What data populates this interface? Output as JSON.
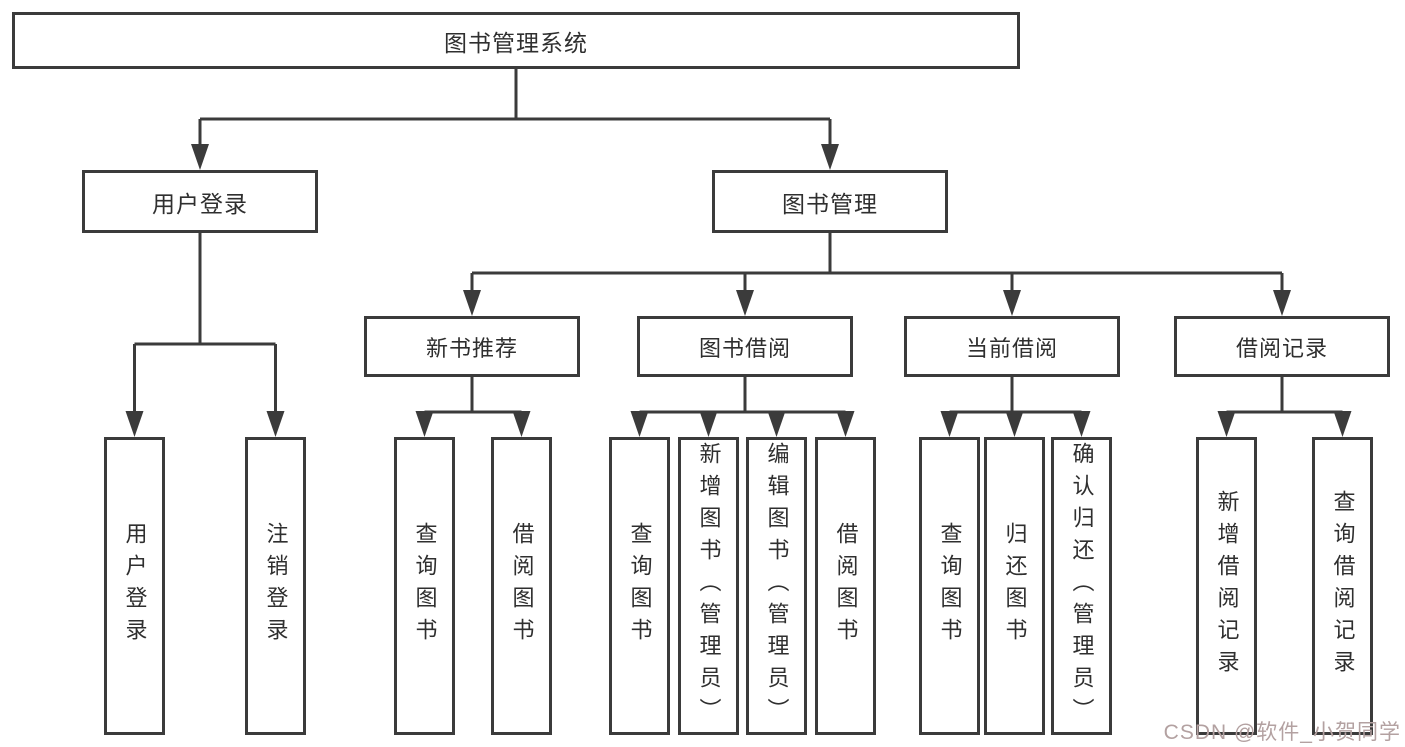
{
  "diagram": {
    "type": "hierarchy-tree",
    "title": "图书管理系统",
    "root": {
      "label": "图书管理系统"
    },
    "level1": [
      {
        "id": "user-login",
        "label": "用户登录"
      },
      {
        "id": "book-management",
        "label": "图书管理"
      }
    ],
    "level2": [
      {
        "id": "new-book-recommend",
        "label": "新书推荐",
        "parent": "book-management"
      },
      {
        "id": "book-borrow",
        "label": "图书借阅",
        "parent": "book-management"
      },
      {
        "id": "current-borrow",
        "label": "当前借阅",
        "parent": "book-management"
      },
      {
        "id": "borrow-records",
        "label": "借阅记录",
        "parent": "book-management"
      }
    ],
    "leaves": [
      {
        "id": "leaf-user-login",
        "label": "用户登录",
        "parent": "user-login"
      },
      {
        "id": "leaf-logout",
        "label": "注销登录",
        "parent": "user-login"
      },
      {
        "id": "leaf-query-book-recommend",
        "label": "查询图书",
        "parent": "new-book-recommend"
      },
      {
        "id": "leaf-borrow-book-recommend",
        "label": "借阅图书",
        "parent": "new-book-recommend"
      },
      {
        "id": "leaf-query-book-borrow",
        "label": "查询图书",
        "parent": "book-borrow"
      },
      {
        "id": "leaf-add-book-admin",
        "label": "新增图书（管理员）",
        "parent": "book-borrow"
      },
      {
        "id": "leaf-edit-book-admin",
        "label": "编辑图书（管理员）",
        "parent": "book-borrow"
      },
      {
        "id": "leaf-borrow-book",
        "label": "借阅图书",
        "parent": "book-borrow"
      },
      {
        "id": "leaf-query-book-current",
        "label": "查询图书",
        "parent": "current-borrow"
      },
      {
        "id": "leaf-return-book",
        "label": "归还图书",
        "parent": "current-borrow"
      },
      {
        "id": "leaf-confirm-return-admin",
        "label": "确认归还（管理员）",
        "parent": "current-borrow"
      },
      {
        "id": "leaf-add-borrow-record",
        "label": "新增借阅记录",
        "parent": "borrow-records"
      },
      {
        "id": "leaf-query-borrow-record",
        "label": "查询借阅记录",
        "parent": "borrow-records"
      }
    ],
    "colors": {
      "box_border": "#3b3b3b",
      "line": "#3b3b3b",
      "text": "#2f2f2f",
      "background": "#ffffff",
      "watermark_text": "#b3a1a1"
    },
    "watermark": {
      "label": "CSDN @软件_小贺同学"
    }
  }
}
